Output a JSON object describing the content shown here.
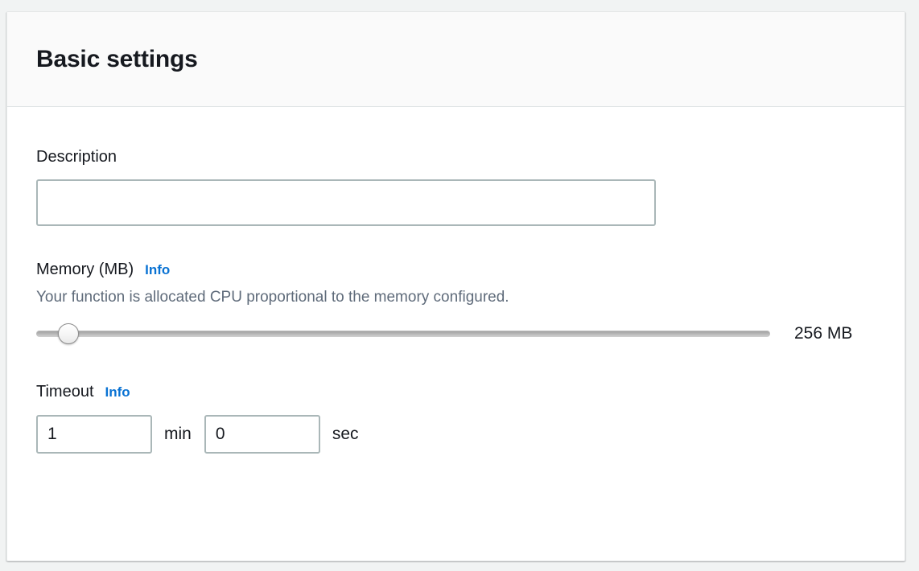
{
  "panel": {
    "title": "Basic settings"
  },
  "description_field": {
    "label": "Description",
    "value": "",
    "placeholder": ""
  },
  "memory_field": {
    "label": "Memory (MB)",
    "info_label": "Info",
    "description": "Your function is allocated CPU proportional to the memory configured.",
    "value": 256,
    "value_display": "256 MB",
    "slider_percent": 4.4
  },
  "timeout_field": {
    "label": "Timeout",
    "info_label": "Info",
    "minutes": "1",
    "minutes_unit": "min",
    "seconds": "0",
    "seconds_unit": "sec"
  },
  "colors": {
    "page_background": "#f1f3f3",
    "card_background": "#ffffff",
    "header_background": "#fafafa",
    "divider": "#e0e4e5",
    "text_primary": "#16191f",
    "text_secondary": "#5f6b7a",
    "link_blue": "#0972d3",
    "input_border": "#aab7b8",
    "slider_track": "#b4b4b4"
  }
}
